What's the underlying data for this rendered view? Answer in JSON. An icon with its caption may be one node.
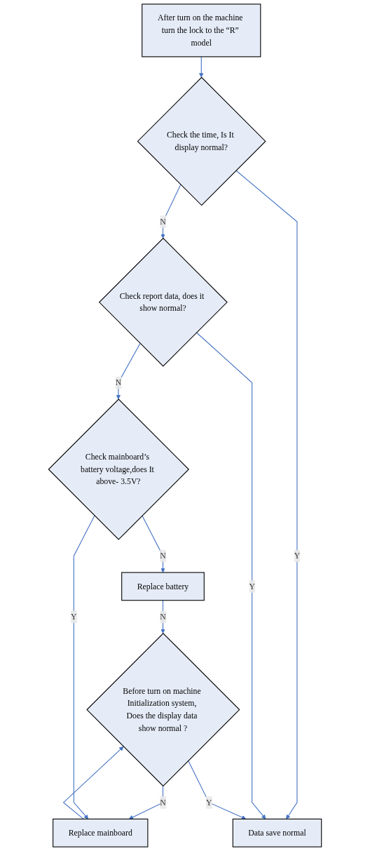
{
  "diagram": {
    "nodes": [
      {
        "text": [
          "After turn on the machine turn the lock to the “R” model"
        ]
      },
      {
        "text": [
          "Check the time, Is It display normal?"
        ]
      },
      {
        "text": [
          "Check report data, does it show normal?"
        ]
      },
      {
        "text": [
          "Check mainboard’s battery voltage,does It above- 3.5V?"
        ]
      },
      {
        "text": [
          "Replace battery"
        ]
      },
      {
        "text": [
          "Before turn on machine Initialization system, Does the display data show normal ?"
        ]
      },
      {
        "text": [
          "Replace mainboard"
        ]
      },
      {
        "text": [
          "Data save normal"
        ]
      }
    ],
    "edges": [
      {
        "from": 0,
        "to": 1,
        "arrow": "to"
      },
      {
        "from": 1,
        "to": 2,
        "label": "N",
        "arrow": "to"
      },
      {
        "from": 2,
        "to": 3,
        "label": "N",
        "arrow": "to"
      },
      {
        "from": 3,
        "to": 4,
        "label": "N",
        "arrow": "to"
      },
      {
        "from": 4,
        "to": 5,
        "label": "N",
        "arrow": "to"
      },
      {
        "from": 5,
        "to": 6,
        "label": "N",
        "arrow": "to"
      },
      {
        "from": 6,
        "to": 5,
        "arrow": "to"
      },
      {
        "from": 1,
        "to": 7,
        "label": "Y",
        "arrow": "to"
      },
      {
        "from": 2,
        "to": 7,
        "label": "Y",
        "arrow": "to"
      },
      {
        "from": 3,
        "to": 6,
        "label": "Y",
        "arrow": "to"
      },
      {
        "from": 5,
        "to": 7,
        "label": "Y",
        "arrow": "to"
      }
    ]
  }
}
